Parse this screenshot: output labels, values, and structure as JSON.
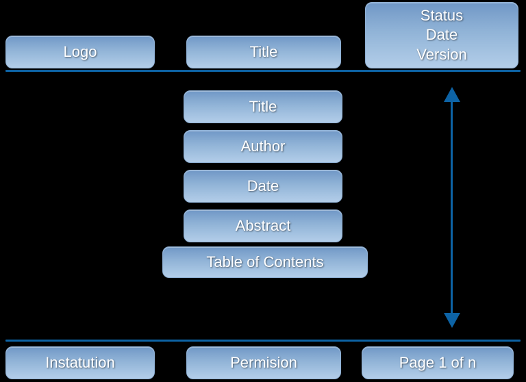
{
  "page": {
    "background_color": "#000000",
    "chip_accent": "#8fb2d6",
    "rule_color": "#0d63a5",
    "arrow_color": "#0d63a5",
    "text_color": "#ffffff"
  },
  "header": {
    "logo_label": "Logo",
    "title_label": "Title",
    "meta_label": "Status\nDate\nVersion",
    "meta_lines": [
      "Status",
      "Date",
      "Version"
    ]
  },
  "body": {
    "blocks": [
      {
        "label": "Title"
      },
      {
        "label": "Author"
      },
      {
        "label": "Date"
      },
      {
        "label": "Abstract"
      },
      {
        "label": "Table of Contents"
      }
    ]
  },
  "annotation": {
    "arrow_name": "body-extent-arrow",
    "direction": "double-vertical"
  },
  "footer": {
    "institution_label": "Instatution",
    "permission_label": "Permision",
    "page_label": "Page 1 of n"
  }
}
